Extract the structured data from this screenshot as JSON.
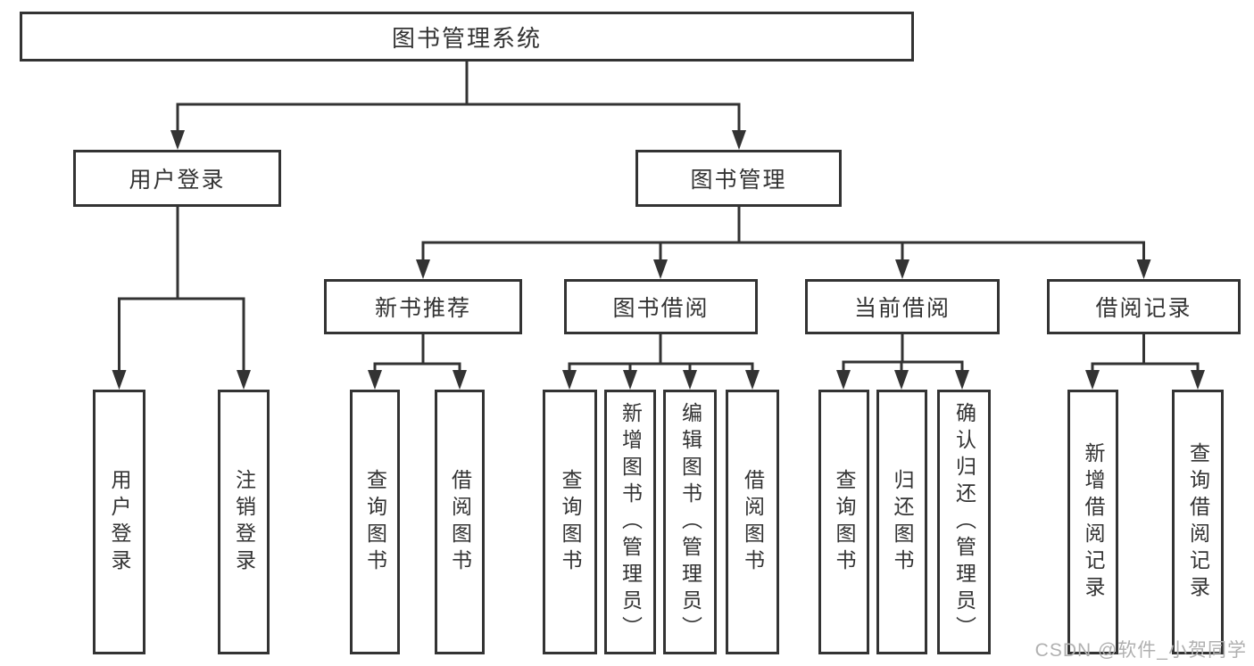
{
  "colors": {
    "line": "#333333",
    "box_border": "#333333",
    "text": "#333333",
    "background": "#ffffff",
    "watermark": "#b0b0b0"
  },
  "watermark": {
    "text": "CSDN @软件_小贺同学"
  },
  "tree": {
    "label": "图书管理系统",
    "children": [
      {
        "label": "用户登录",
        "children": [
          {
            "label": "用户登录"
          },
          {
            "label": "注销登录"
          }
        ]
      },
      {
        "label": "图书管理",
        "children": [
          {
            "label": "新书推荐",
            "children": [
              {
                "label": "查询图书"
              },
              {
                "label": "借阅图书"
              }
            ]
          },
          {
            "label": "图书借阅",
            "children": [
              {
                "label": "查询图书"
              },
              {
                "label": "新增图书（管理员）"
              },
              {
                "label": "编辑图书（管理员）"
              },
              {
                "label": "借阅图书"
              }
            ]
          },
          {
            "label": "当前借阅",
            "children": [
              {
                "label": "查询图书"
              },
              {
                "label": "归还图书"
              },
              {
                "label": "确认归还（管理员）"
              }
            ]
          },
          {
            "label": "借阅记录",
            "children": [
              {
                "label": "新增借阅记录"
              },
              {
                "label": "查询借阅记录"
              }
            ]
          }
        ]
      }
    ]
  }
}
